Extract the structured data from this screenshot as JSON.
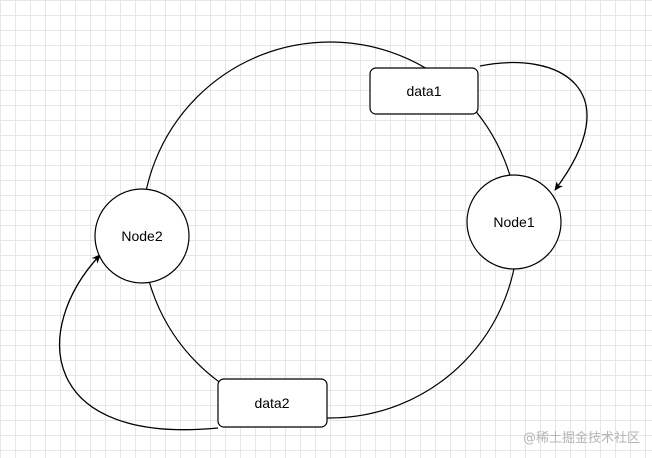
{
  "nodes": [
    {
      "id": "node1",
      "label": "Node1"
    },
    {
      "id": "node2",
      "label": "Node2"
    }
  ],
  "data_boxes": [
    {
      "id": "data1",
      "label": "data1"
    },
    {
      "id": "data2",
      "label": "data2"
    }
  ],
  "watermark": "@稀土掘金技术社区",
  "colors": {
    "stroke": "#000000",
    "fill": "#ffffff",
    "grid": "#e6e6e6",
    "watermark": "#b5b5b5"
  }
}
